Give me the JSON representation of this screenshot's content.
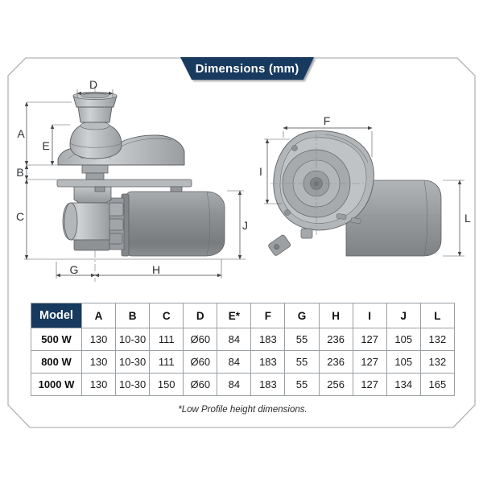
{
  "banner": {
    "title": "Dimensions (mm)"
  },
  "drawings": {
    "front_view": {
      "description": "vertical windlass with drum, gypsy, deck flange and horizontal motor",
      "dim_labels": {
        "D": "D",
        "A": "A",
        "E": "E",
        "B": "B",
        "C": "C",
        "G": "G",
        "H": "H",
        "J": "J"
      }
    },
    "side_view": {
      "description": "gearbox face with concentric circles and motor cylinder",
      "dim_labels": {
        "F": "F",
        "I": "I",
        "L": "L"
      }
    }
  },
  "table": {
    "header": {
      "model": "Model",
      "cols": [
        "A",
        "B",
        "C",
        "D",
        "E*",
        "F",
        "G",
        "H",
        "I",
        "J",
        "L"
      ]
    },
    "rows": [
      {
        "model": "500 W",
        "values": [
          "130",
          "10-30",
          "111",
          "Ø60",
          "84",
          "183",
          "55",
          "236",
          "127",
          "105",
          "132"
        ]
      },
      {
        "model": "800 W",
        "values": [
          "130",
          "10-30",
          "111",
          "Ø60",
          "84",
          "183",
          "55",
          "236",
          "127",
          "105",
          "132"
        ]
      },
      {
        "model": "1000 W",
        "values": [
          "130",
          "10-30",
          "150",
          "Ø60",
          "84",
          "183",
          "55",
          "256",
          "127",
          "134",
          "165"
        ]
      }
    ]
  },
  "footnote": "*Low Profile height dimensions.",
  "colors": {
    "accent_navy": "#173a5e",
    "grid_gray": "#9aa0a4",
    "dim_line": "#44474a"
  }
}
